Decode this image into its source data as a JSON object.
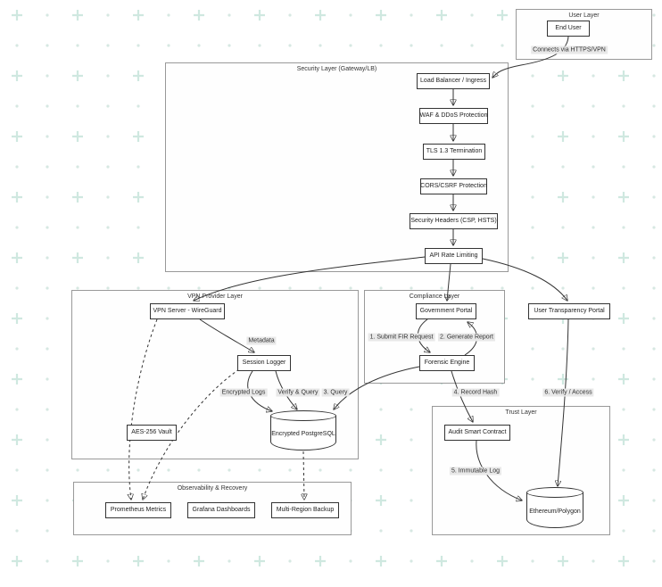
{
  "diagram": {
    "clusters": {
      "user_layer": "User Layer",
      "security_layer": "Security Layer (Gateway/LB)",
      "vpn_layer": "VPN Provider Layer",
      "compliance_layer": "Compliance Layer",
      "trust_layer": "Trust Layer",
      "observability_layer": "Observability & Recovery"
    },
    "nodes": {
      "end_user": "End User",
      "load_balancer": "Load Balancer / Ingress",
      "waf": "WAF & DDoS Protection",
      "tls": "TLS 1.3 Termination",
      "cors": "CORS/CSRF Protection",
      "headers": "Security Headers (CSP, HSTS)",
      "rate_limit": "API Rate Limiting",
      "vpn_server": "VPN Server - WireGuard",
      "session_logger": "Session Logger",
      "aes_vault": "AES-256 Vault",
      "postgres": "Encrypted PostgreSQL",
      "gov_portal": "Government Portal",
      "forensic": "Forensic Engine",
      "transparency_portal": "User Transparency Portal",
      "audit_contract": "Audit Smart Contract",
      "ethereum": "Ethereum/Polygon",
      "prometheus": "Prometheus Metrics",
      "grafana": "Grafana Dashboards",
      "backup": "Multi-Region Backup"
    },
    "edge_labels": {
      "connects": "Connects via HTTPS/VPN",
      "metadata": "Metadata",
      "encrypted_logs": "Encrypted Logs",
      "verify_query": "Verify & Query",
      "query": "3. Query",
      "submit_fir": "1. Submit FIR Request",
      "generate_report": "2. Generate Report",
      "record_hash": "4. Record Hash",
      "immutable_log": "5. Immutable Log",
      "verify_access": "6. Verify / Access"
    },
    "colors": {
      "edge": "#333333",
      "node_border": "#333333",
      "cluster_border": "#999999",
      "edge_label_bg": "#e8e8e8",
      "pattern_plus": "#cfe8e0",
      "pattern_dot": "#d6e8e2"
    }
  }
}
